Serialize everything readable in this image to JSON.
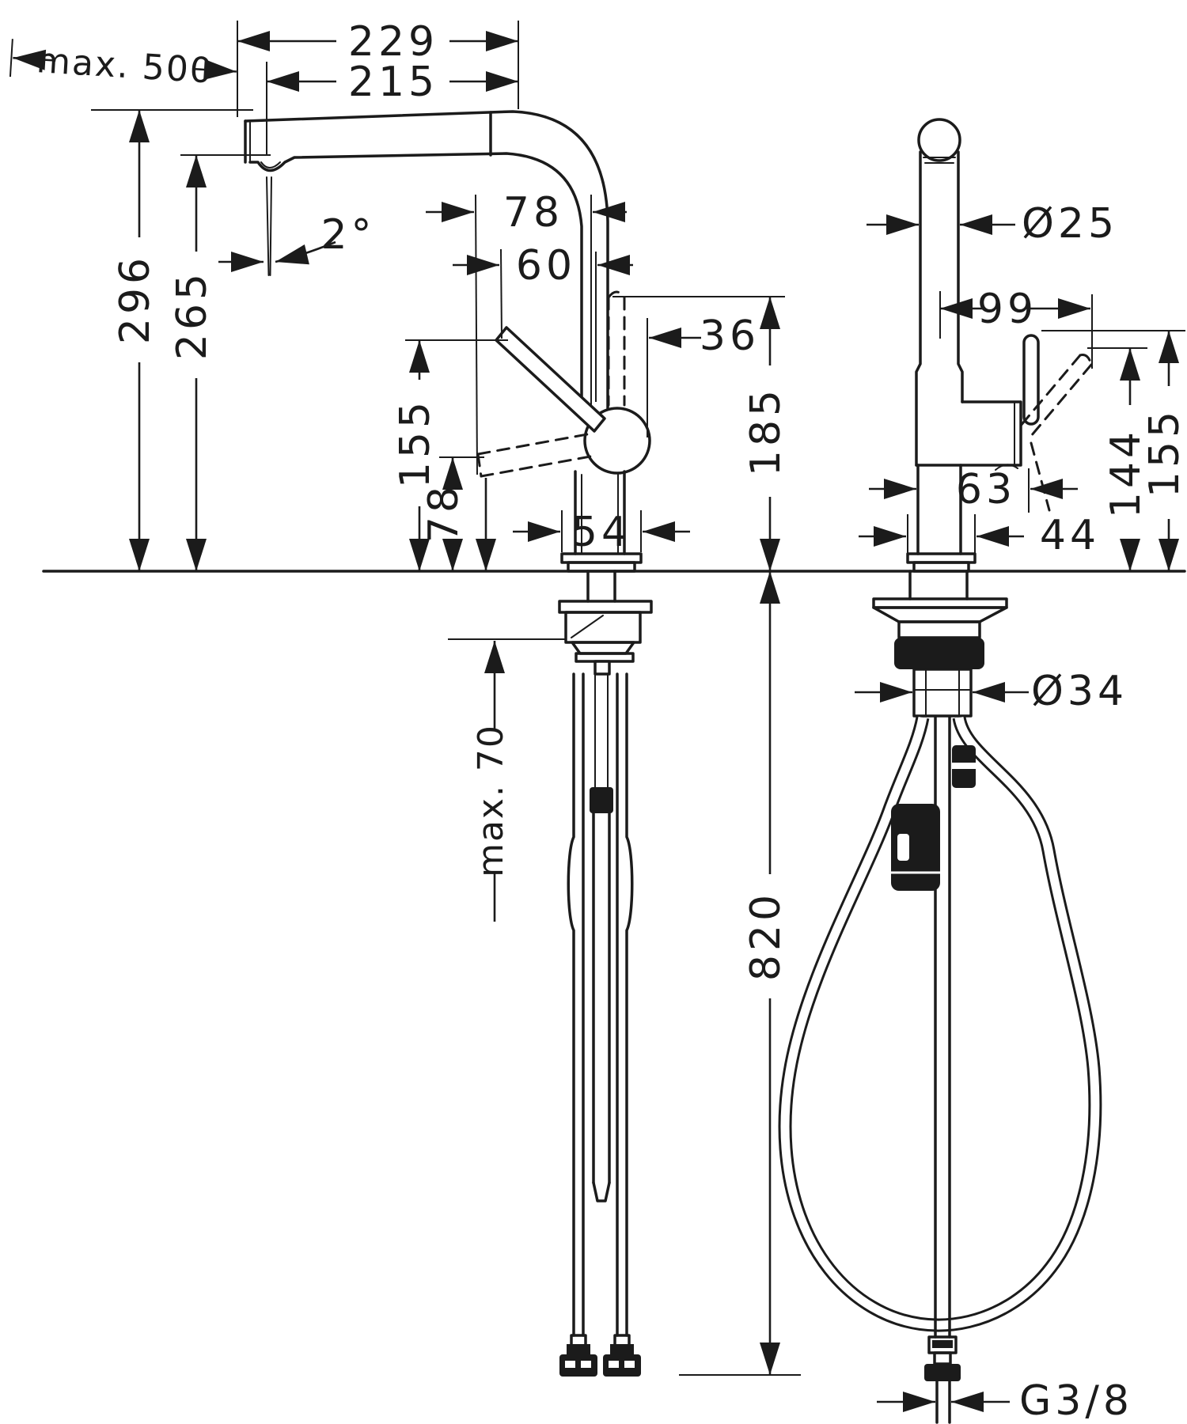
{
  "drawing": {
    "kind": "technical-dimension-drawing",
    "views": [
      "side-profile-left",
      "front-profile-right"
    ],
    "units_shown": "mm",
    "line_color": "#1b1b1b",
    "background_color": "#ffffff"
  },
  "dims": {
    "d229": "229",
    "d215": "215",
    "max500": "max. 500",
    "d296": "296",
    "d265": "265",
    "deg2": "2°",
    "d78_top": "78",
    "d60": "60",
    "d36": "36",
    "d155_left": "155",
    "d78_side": "78",
    "d185": "185",
    "d54": "54",
    "max70": "max. 70",
    "d820": "820",
    "dia25": "Ø25",
    "d99": "99",
    "d144": "144",
    "d155_right": "155",
    "d63": "63",
    "d44": "44",
    "dia34": "Ø34",
    "g38": "G3/8"
  }
}
